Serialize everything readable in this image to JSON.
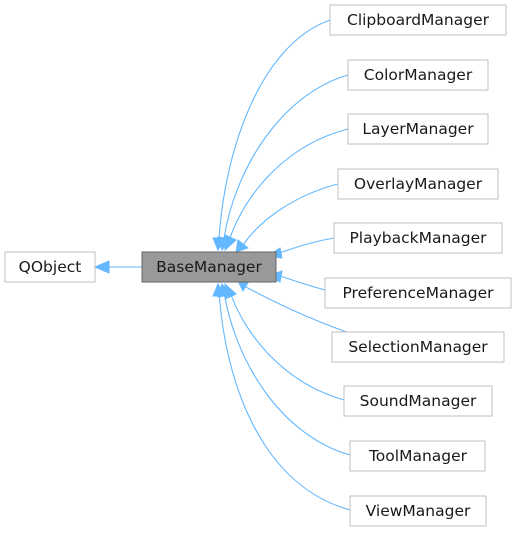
{
  "diagram": {
    "base_class": "QObject",
    "focus_class": "BaseManager",
    "subclasses": [
      "ClipboardManager",
      "ColorManager",
      "LayerManager",
      "OverlayManager",
      "PlaybackManager",
      "PreferenceManager",
      "SelectionManager",
      "SoundManager",
      "ToolManager",
      "ViewManager"
    ],
    "colors": {
      "edge": "#63b8ff",
      "focus_fill": "#999999",
      "node_border": "#bfbfbf"
    }
  }
}
